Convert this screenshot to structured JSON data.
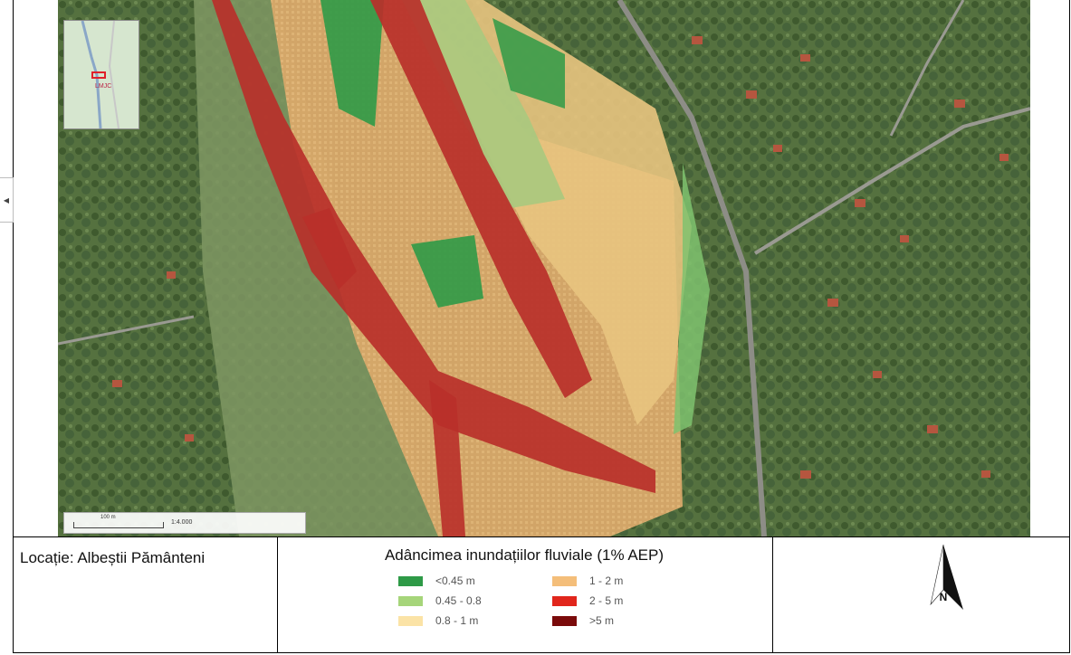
{
  "map": {
    "minimap_inset_label": "LMJC",
    "scale_bar_label": "100 m",
    "scale_ratio": "1:4.000"
  },
  "info": {
    "location_text": "Locație: Albeștii Pământeni"
  },
  "legend": {
    "title": "Adâncimea inundațiilor fluviale (1% AEP)",
    "items": [
      {
        "label": "<0.45 m",
        "color": "#2e9a47"
      },
      {
        "label": "1 - 2 m",
        "color": "#f4be7a"
      },
      {
        "label": "0.45 - 0.8",
        "color": "#a6d57a"
      },
      {
        "label": "2 - 5 m",
        "color": "#e1261c"
      },
      {
        "label": "0.8 - 1 m",
        "color": "#fbe3a6"
      },
      {
        "label": ">5 m",
        "color": "#7a0a0a"
      }
    ]
  },
  "north_arrow": {
    "label": "N",
    "icon": "north-arrow-icon"
  }
}
